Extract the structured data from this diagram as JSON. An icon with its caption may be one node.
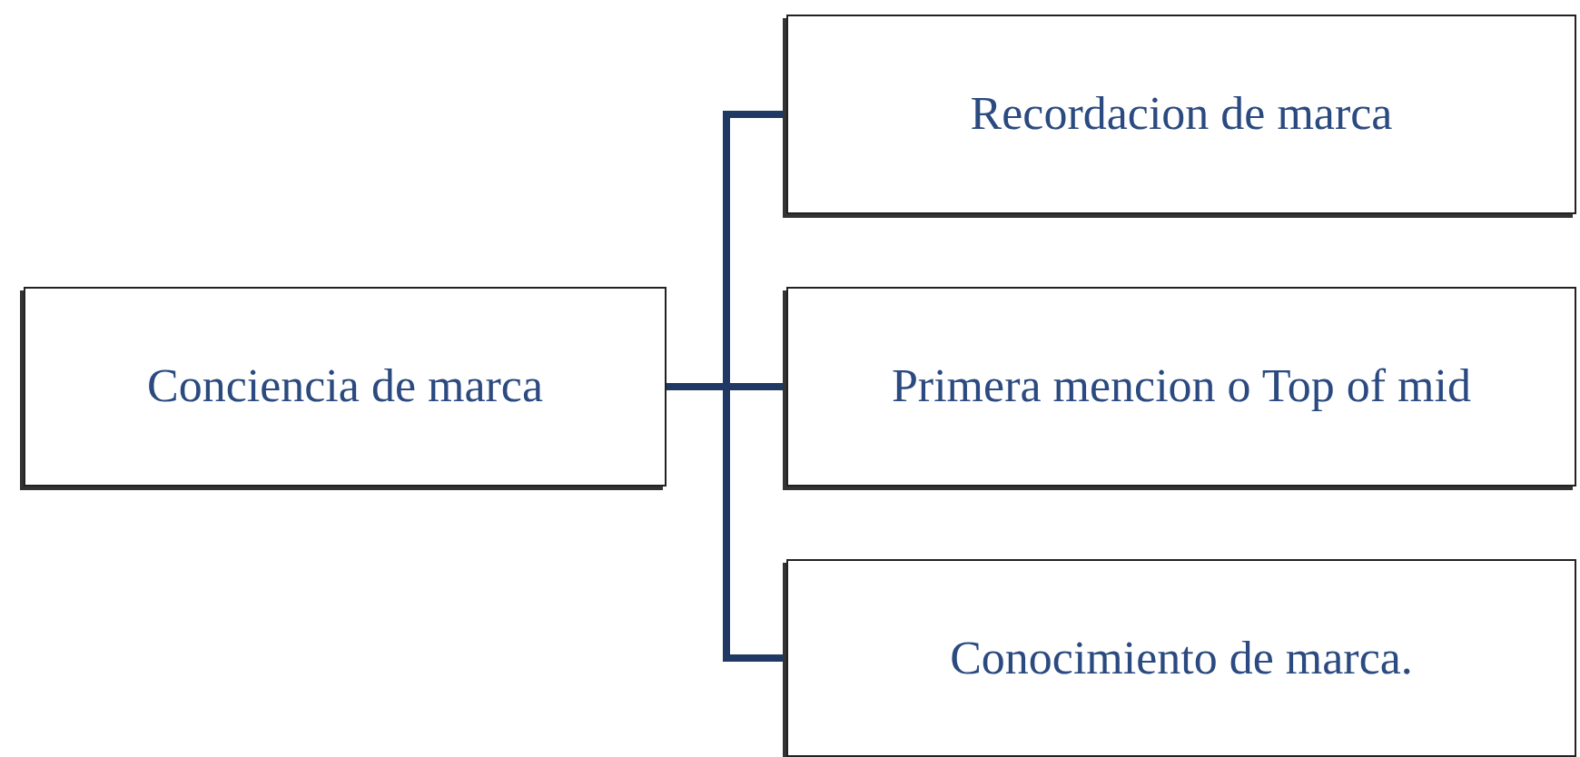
{
  "diagram": {
    "nodes": [
      {
        "text": [
          "Conciencia de marca"
        ]
      },
      {
        "text": [
          "Recordacion de marca"
        ]
      },
      {
        "text": [
          "Primera mencion o Top of mid"
        ]
      },
      {
        "text": [
          "Conocimiento de marca."
        ]
      }
    ],
    "edges": [
      {
        "from": 0,
        "to": 1,
        "arrow": "none"
      },
      {
        "from": 0,
        "to": 2,
        "arrow": "none"
      },
      {
        "from": 0,
        "to": 3,
        "arrow": "none"
      }
    ]
  }
}
